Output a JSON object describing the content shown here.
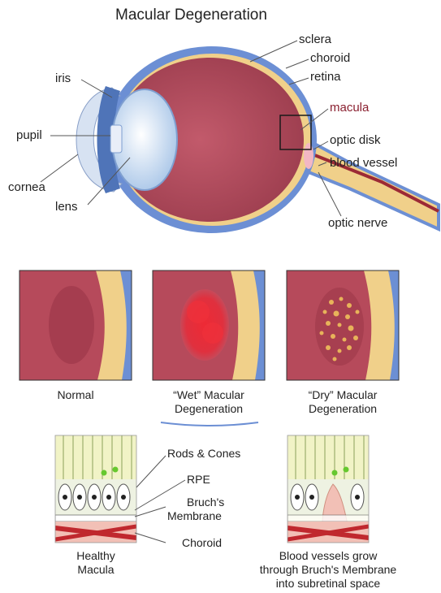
{
  "title": "Macular Degeneration",
  "eye_labels": {
    "sclera": "sclera",
    "choroid": "choroid",
    "retina": "retina",
    "iris": "iris",
    "macula": "macula",
    "pupil": "pupil",
    "optic_disk": "optic disk",
    "blood_vessel": "blood vessel",
    "cornea": "cornea",
    "lens": "lens",
    "optic_nerve": "optic nerve"
  },
  "panels": {
    "normal": "Normal",
    "wet_line1": "“Wet” Macular",
    "wet_line2": "Degeneration",
    "dry_line1": "“Dry” Macular",
    "dry_line2": "Degeneration"
  },
  "layers": {
    "rods_cones": "Rods & Cones",
    "rpe": "RPE",
    "bruchs_line1": "Bruch's",
    "bruchs_line2": "Membrane",
    "choroid": "Choroid",
    "healthy_line1": "Healthy",
    "healthy_line2": "Macula",
    "grow_line1": "Blood vessels grow",
    "grow_line2": "through Bruch's Membrane",
    "grow_line3": "into subretinal space"
  },
  "colors": {
    "eye_interior": "#b64a5b",
    "sclera": "#6c8fd4",
    "choroid_band": "#f0d08a",
    "wet_lesion": "#e3222e",
    "dry_spots": "#e8b35a",
    "macula_label": "#8a2030"
  }
}
